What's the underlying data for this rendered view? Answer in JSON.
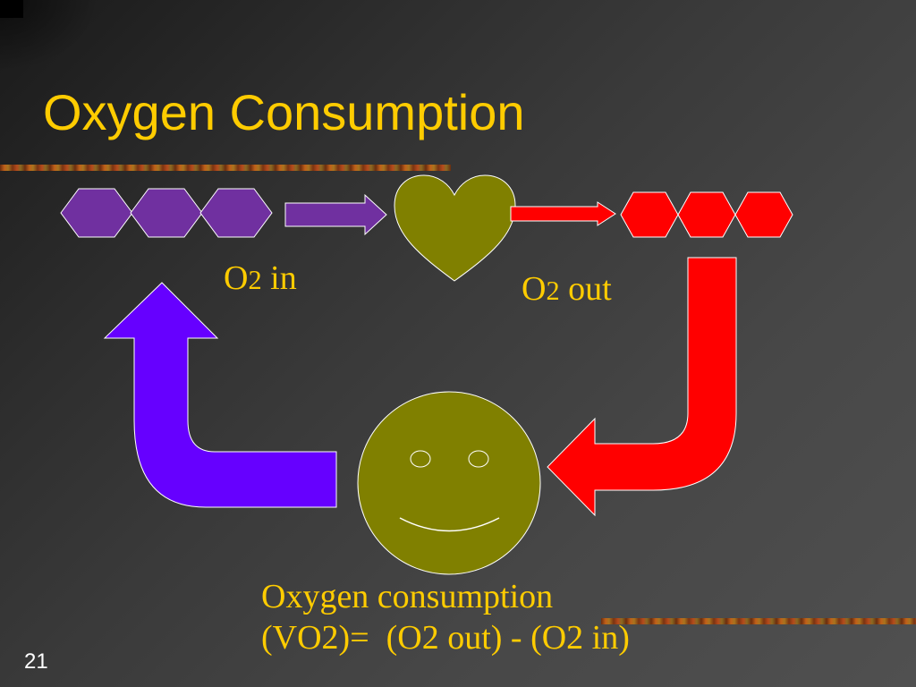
{
  "slide": {
    "title": "Oxygen Consumption",
    "number": "21"
  },
  "labels": {
    "o2_in": {
      "prefix": "O",
      "sub": "2",
      "suffix": " in"
    },
    "o2_out": {
      "prefix": "O",
      "sub": "2",
      "suffix": " out"
    }
  },
  "caption": {
    "line1": "Oxygen consumption",
    "line2": "(VO2)=  (O2 out) - (O2 in)"
  },
  "colors": {
    "title_text": "#ffcc00",
    "o2_in_molecules": "#7030a0",
    "o2_out_molecules": "#ff0000",
    "return_arrow": "#6600ff",
    "heart": "#808000",
    "face": "#808000"
  },
  "icons": [
    "heart-icon",
    "smiley-face-icon",
    "right-arrow-icon",
    "u-turn-arrow-icon",
    "hexagon-icon"
  ]
}
